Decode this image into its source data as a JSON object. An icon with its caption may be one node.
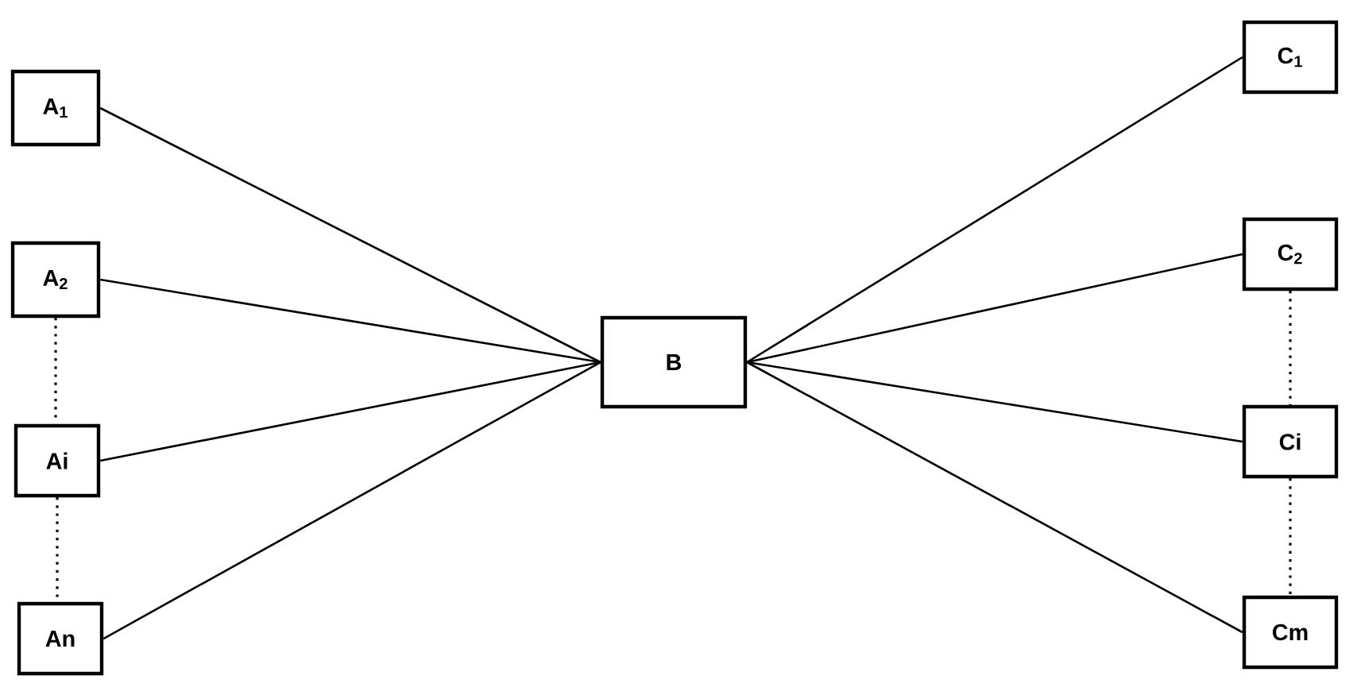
{
  "diagram": {
    "nodes": [
      {
        "text": [
          "A$_{1}$"
        ]
      },
      {
        "text": [
          "A$_{2}$"
        ]
      },
      {
        "text": [
          "Ai"
        ]
      },
      {
        "text": [
          "An"
        ]
      },
      {
        "text": [
          "B"
        ]
      },
      {
        "text": [
          "C$_{1}$"
        ]
      },
      {
        "text": [
          "C$_{2}$"
        ]
      },
      {
        "text": [
          "Ci"
        ]
      },
      {
        "text": [
          "Cm"
        ]
      }
    ],
    "edges": [
      {
        "from": 0,
        "to": 4,
        "arrow": "none"
      },
      {
        "from": 1,
        "to": 4,
        "arrow": "none"
      },
      {
        "from": 2,
        "to": 4,
        "arrow": "none"
      },
      {
        "from": 3,
        "to": 4,
        "arrow": "none"
      },
      {
        "from": 4,
        "to": 5,
        "arrow": "none"
      },
      {
        "from": 4,
        "to": 6,
        "arrow": "none"
      },
      {
        "from": 4,
        "to": 7,
        "arrow": "none"
      },
      {
        "from": 4,
        "to": 8,
        "arrow": "none"
      }
    ]
  }
}
